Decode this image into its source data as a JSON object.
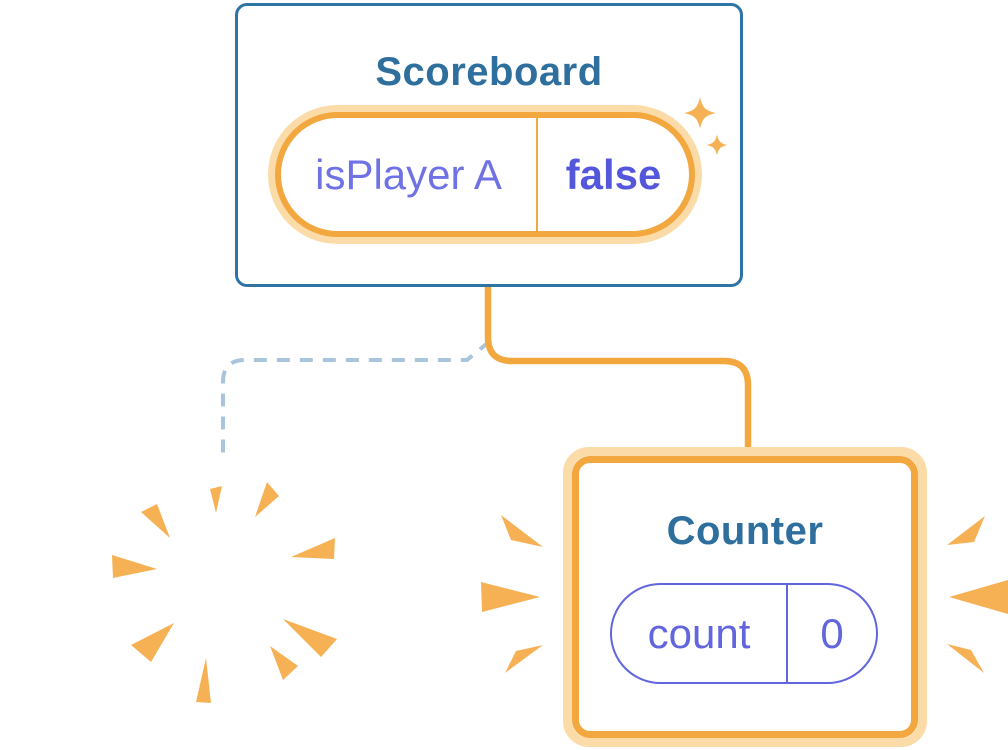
{
  "diagram": {
    "scoreboard": {
      "title": "Scoreboard",
      "state": {
        "label": "isPlayer A",
        "value": "false"
      },
      "decoration": "sparkle-icon"
    },
    "counter": {
      "title": "Counter",
      "state": {
        "label": "count",
        "value": "0"
      },
      "decoration": "emphasis-rays-icon"
    },
    "removed_component": {
      "decoration": "poof-burst-icon"
    },
    "connections": [
      {
        "from": "scoreboard",
        "to": "counter",
        "style": "solid",
        "meaning": "state-preserved-new-child"
      },
      {
        "from": "scoreboard",
        "to": "removed_component",
        "style": "dashed",
        "meaning": "removed-child"
      }
    ]
  },
  "colors": {
    "orange": "#F2A73F",
    "orangeHalo": "#FBDCA8",
    "ray": "#F6B155",
    "blue": "#2E74A4",
    "titleBlue": "#2E6F9D",
    "purple": "#6165DE",
    "purpleLabel": "#6E72E4",
    "purpleValue": "#5457DB",
    "dash": "#A9C4DB",
    "bg": "#FFFFFF"
  }
}
